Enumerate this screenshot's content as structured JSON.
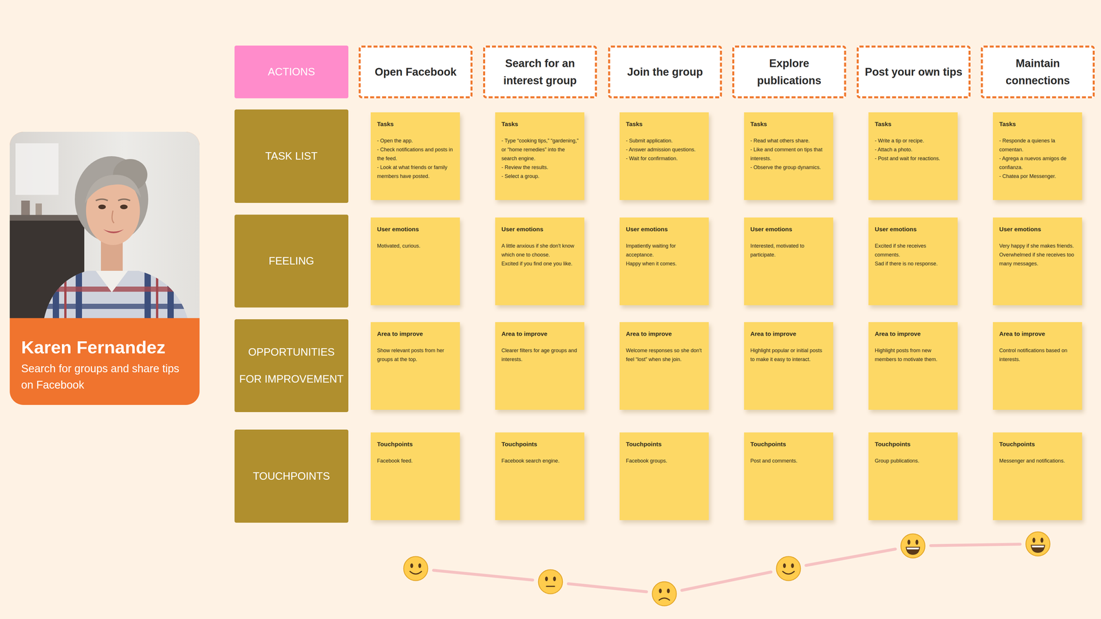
{
  "diagram": {
    "nodes": [
      {
        "text": [
          "Karen Fernandez",
          "Search for groups and share tips on Facebook"
        ]
      },
      {
        "text": [
          "ACTIONS"
        ]
      },
      {
        "text": [
          "Open Facebook"
        ]
      },
      {
        "text": [
          "Search for an interest group"
        ]
      },
      {
        "text": [
          "Join the group"
        ]
      },
      {
        "text": [
          "Explore publications"
        ]
      },
      {
        "text": [
          "Post your own tips"
        ]
      },
      {
        "text": [
          "Maintain connections"
        ]
      },
      {
        "text": [
          "TASK LIST"
        ]
      },
      {
        "text": [
          "Tasks",
          "- Open the app.",
          "- Check notifications and posts in the feed.",
          "- Look at what friends or family members have posted."
        ]
      },
      {
        "text": [
          "Tasks",
          "- Type “cooking tips,” “gardening,” or “home remedies” into the search engine.",
          "- Review the results.",
          "- Select a group."
        ]
      },
      {
        "text": [
          "Tasks",
          "- Submit application.",
          "- Answer admission questions.",
          "- Wait for confirmation."
        ]
      },
      {
        "text": [
          "Tasks",
          "- Read what others share.",
          "- Like and comment on tips that interests.",
          "- Observe the group dynamics."
        ]
      },
      {
        "text": [
          "Tasks",
          "- Write a tip or recipe.",
          "- Attach a photo.",
          "- Post and wait for reactions."
        ]
      },
      {
        "text": [
          "Tasks",
          "- Responde a quienes la comentan.",
          "- Agrega a nuevos amigos de confianza.",
          "- Chatea por Messenger."
        ]
      },
      {
        "text": [
          "FEELING"
        ]
      },
      {
        "text": [
          "User emotions",
          "Motivated, curious."
        ]
      },
      {
        "text": [
          "User emotions",
          "A little anxious if she don't know which one to choose.",
          "Excited if you find one you like."
        ]
      },
      {
        "text": [
          "User emotions",
          "Impatiently waiting for acceptance.",
          "Happy when it comes."
        ]
      },
      {
        "text": [
          "User emotions",
          "Interested, motivated to participate."
        ]
      },
      {
        "text": [
          "User emotions",
          "Excited if she receives comments.",
          "Sad if there is no response."
        ]
      },
      {
        "text": [
          "User emotions",
          "Very happy if she makes friends.",
          "Overwhelmed if she receives too many messages."
        ]
      },
      {
        "text": [
          "OPPORTUNITIES FOR IMPROVEMENT"
        ]
      },
      {
        "text": [
          "Area to improve",
          "Show relevant posts from her groups at the top."
        ]
      },
      {
        "text": [
          "Area to improve",
          "Clearer filters for age groups and interests."
        ]
      },
      {
        "text": [
          "Area to improve",
          "Welcome responses so she don't feel “lost” when she join."
        ]
      },
      {
        "text": [
          "Area to improve",
          "Highlight popular or initial posts to make it easy to interact."
        ]
      },
      {
        "text": [
          "Area to improve",
          "Highlight posts from new members to motivate them."
        ]
      },
      {
        "text": [
          "Area to improve",
          "Control notifications based on interests."
        ]
      },
      {
        "text": [
          "TOUCHPOINTS"
        ]
      },
      {
        "text": [
          "Touchpoints",
          "Facebook feed."
        ]
      },
      {
        "text": [
          "Touchpoints",
          "Facebook search engine."
        ]
      },
      {
        "text": [
          "Touchpoints",
          "Facebook groups."
        ]
      },
      {
        "text": [
          "Touchpoints",
          "Post and comments."
        ]
      },
      {
        "text": [
          "Touchpoints",
          "Group publications."
        ]
      },
      {
        "text": [
          "Touchpoints",
          "Messenger and notifications."
        ]
      }
    ]
  }
}
